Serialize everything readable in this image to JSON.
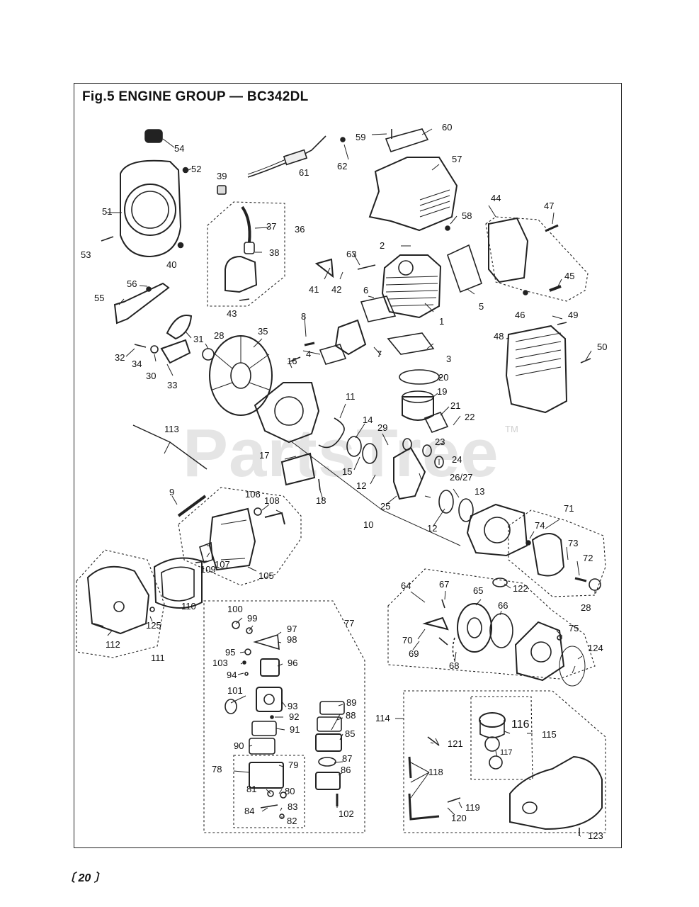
{
  "title": "Fig.5  ENGINE GROUP — BC342DL",
  "page_number": "〔 20 〕",
  "watermark": "PartsTree",
  "watermark_mark": "TM",
  "part_labels": {
    "p1": "1",
    "p2": "2",
    "p3": "3",
    "p4": "4",
    "p5": "5",
    "p6": "6",
    "p7": "7",
    "p8": "8",
    "p9": "9",
    "p10": "10",
    "p11": "11",
    "p12a": "12",
    "p12b": "12",
    "p13": "13",
    "p14": "14",
    "p15": "15",
    "p16": "16",
    "p17": "17",
    "p18": "18",
    "p19": "19",
    "p20": "20",
    "p21": "21",
    "p22": "22",
    "p23": "23",
    "p24": "24",
    "p25": "25",
    "p2627": "26/27",
    "p28a": "28",
    "p28b": "28",
    "p29": "29",
    "p30": "30",
    "p31": "31",
    "p32": "32",
    "p33": "33",
    "p34": "34",
    "p35": "35",
    "p36": "36",
    "p37": "37",
    "p38": "38",
    "p39": "39",
    "p40": "40",
    "p41": "41",
    "p42": "42",
    "p43": "43",
    "p44": "44",
    "p45": "45",
    "p46": "46",
    "p47": "47",
    "p48": "48",
    "p49": "49",
    "p50": "50",
    "p51": "51",
    "p52": "52",
    "p53": "53",
    "p54": "54",
    "p55": "55",
    "p56": "56",
    "p57": "57",
    "p58": "58",
    "p59": "59",
    "p60": "60",
    "p61": "61",
    "p62": "62",
    "p63": "63",
    "p64": "64",
    "p65": "65",
    "p66": "66",
    "p67": "67",
    "p68": "68",
    "p69": "69",
    "p70": "70",
    "p71": "71",
    "p72": "72",
    "p73": "73",
    "p74": "74",
    "p75": "75",
    "p77": "77",
    "p78": "78",
    "p79": "79",
    "p80": "80",
    "p81": "81",
    "p82": "82",
    "p83": "83",
    "p84": "84",
    "p85": "85",
    "p86": "86",
    "p87": "87",
    "p88": "88",
    "p89": "89",
    "p90": "90",
    "p91": "91",
    "p92": "92",
    "p93": "93",
    "p94": "94",
    "p95": "95",
    "p96": "96",
    "p97": "97",
    "p98": "98",
    "p99": "99",
    "p100": "100",
    "p101": "101",
    "p102": "102",
    "p103": "103",
    "p105": "105",
    "p106": "106",
    "p107": "107",
    "p108": "108",
    "p109": "109",
    "p110": "110",
    "p111": "111",
    "p112": "112",
    "p113": "113",
    "p114": "114",
    "p115": "115",
    "p116": "116",
    "p117": "117",
    "p118": "118",
    "p119": "119",
    "p120": "120",
    "p121": "121",
    "p122": "122",
    "p123": "123",
    "p124": "124",
    "p125": "125"
  }
}
